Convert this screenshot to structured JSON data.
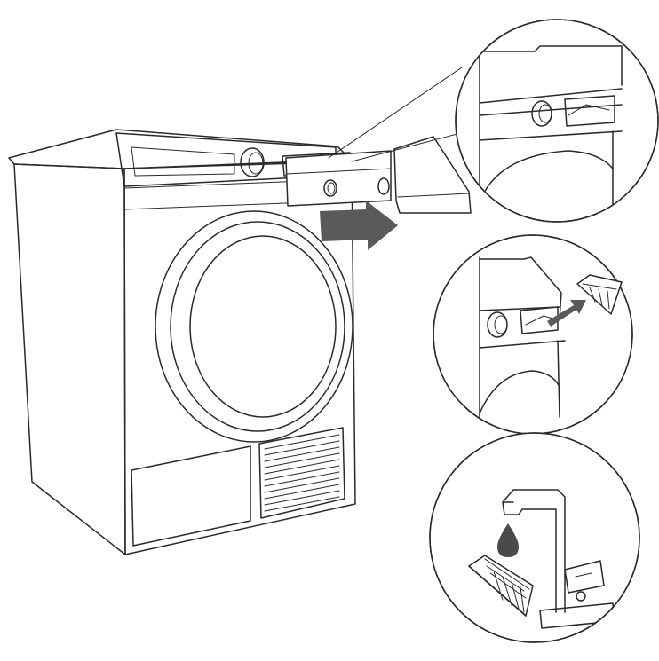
{
  "colors": {
    "line": "#2a2a2a",
    "background": "#ffffff",
    "arrow": "#5a5a5a",
    "droplet": "#4a4a4a"
  },
  "steps": [
    {
      "id": "open-water-container-drawer",
      "icon": "circle-detail-view"
    },
    {
      "id": "remove-filter-from-drawer",
      "icon": "circle-detail-view"
    },
    {
      "id": "rinse-filter-under-tap",
      "icon": "circle-detail-view"
    }
  ],
  "icons": [
    "arrow-right-icon",
    "arrow-up-right-icon",
    "water-drop-icon",
    "faucet-icon",
    "filter-basket-icon"
  ]
}
